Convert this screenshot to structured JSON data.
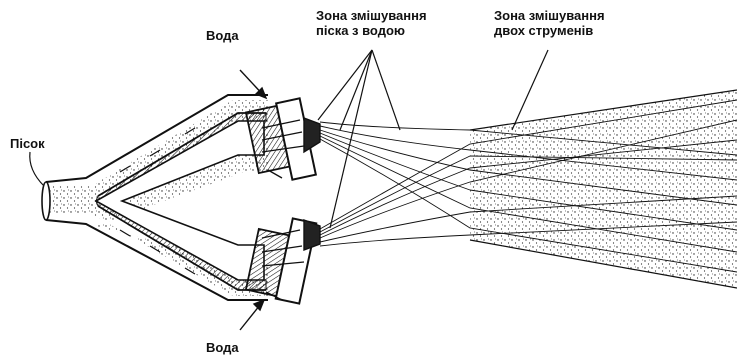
{
  "labels": {
    "sand": "Пісок",
    "water_top": "Вода",
    "water_bottom": "Вода",
    "zone_sand_water": {
      "line1": "Зона змішування",
      "line2": "піска з водою"
    },
    "zone_two_jets": {
      "line1": "Зона змішування",
      "line2": "двох струменів"
    }
  },
  "colors": {
    "ink": "#111111",
    "background": "#ffffff"
  }
}
